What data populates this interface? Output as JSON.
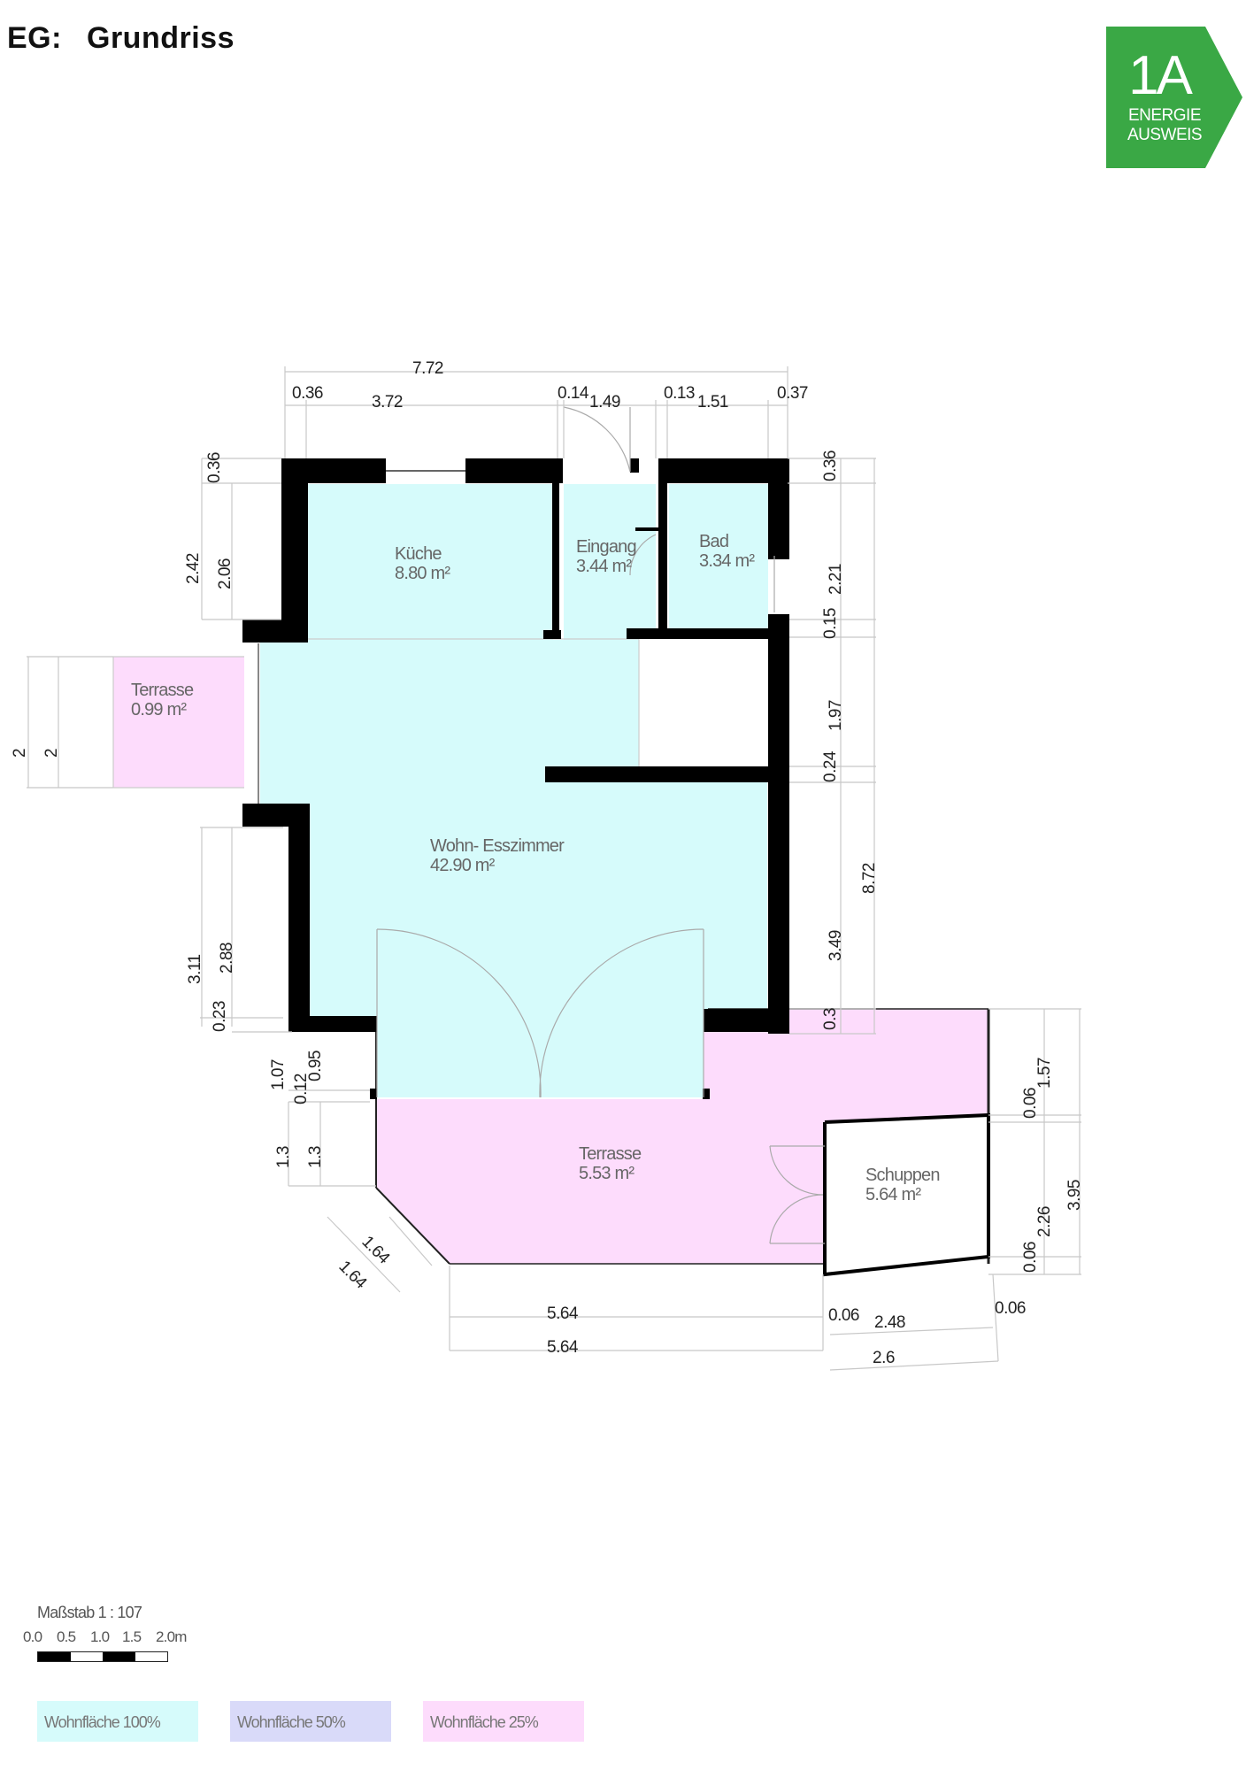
{
  "header": {
    "page_label": "EG:",
    "title": "Grundriss"
  },
  "logo": {
    "big_text": "1A",
    "line1": "ENERGIE",
    "line2": "AUSWEIS",
    "color": "#3aa845"
  },
  "colors": {
    "wohnflaeche_100": "#d6fbfb",
    "wohnflaeche_50": "#d9daf9",
    "wohnflaeche_25": "#fddcfc",
    "wall": "#000000"
  },
  "rooms": {
    "kueche": {
      "name": "Küche",
      "area": "8.80 m²"
    },
    "eingang": {
      "name": "Eingang",
      "area": "3.44 m²"
    },
    "bad": {
      "name": "Bad",
      "area": "3.34 m²"
    },
    "terrasse_small": {
      "name": "Terrasse",
      "area": "0.99 m²"
    },
    "wohn": {
      "name": "Wohn- Esszimmer",
      "area": "42.90 m²"
    },
    "terrasse_big": {
      "name": "Terrasse",
      "area": "5.53 m²"
    },
    "schuppen": {
      "name": "Schuppen",
      "area": "5.64 m²"
    }
  },
  "dims": {
    "top_total": "7.72",
    "top_036": "0.36",
    "top_372": "3.72",
    "top_014": "0.14",
    "top_149": "1.49",
    "top_013": "0.13",
    "top_151": "1.51",
    "top_037": "0.37",
    "left_036": "0.36",
    "left_242": "2.42",
    "left_206": "2.06",
    "left_2a": "2",
    "left_2b": "2",
    "left_311": "3.11",
    "left_288": "2.88",
    "left_023": "0.23",
    "left_107": "1.07",
    "left_012": "0.12",
    "left_095": "0.95",
    "left_13a": "1.3",
    "left_13b": "1.3",
    "diag_a": "1.64",
    "diag_b": "1.64",
    "right_036": "0.36",
    "right_221": "2.21",
    "right_015": "0.15",
    "right_197": "1.97",
    "right_024": "0.24",
    "right_872": "8.72",
    "right_349": "3.49",
    "right_03": "0.3",
    "far_006a": "0.06",
    "far_157": "1.57",
    "far_226": "2.26",
    "far_006b": "0.06",
    "far_395": "3.95",
    "bottom_564a": "5.64",
    "bottom_564b": "5.64",
    "bottom_006a": "0.06",
    "bottom_248": "2.48",
    "bottom_006b": "0.06",
    "bottom_26": "2.6"
  },
  "legend": {
    "scale": "Maßstab 1 : 107",
    "ticks": [
      "0.0",
      "0.5",
      "1.0",
      "1.5",
      "2.0m"
    ],
    "key_100": "Wohnfläche 100%",
    "key_50": "Wohnfläche 50%",
    "key_25": "Wohnfläche 25%"
  }
}
